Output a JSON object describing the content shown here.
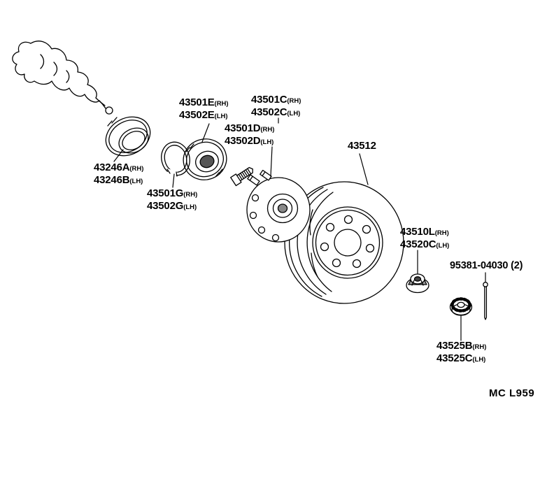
{
  "labels": {
    "bearing": {
      "l1": "43501E",
      "l1s": "(RH)",
      "l2": "43502E",
      "l2s": "(LH)"
    },
    "hub_rh": {
      "l1": "43501C",
      "l1s": "(RH)",
      "l2": "43502C",
      "l2s": "(LH)"
    },
    "hub_lh": {
      "l1": "43501D",
      "l1s": "(RH)",
      "l2": "43502D",
      "l2s": "(LH)"
    },
    "disc": {
      "l1": "43512"
    },
    "deflector": {
      "l1": "43246A",
      "l1s": "(RH)",
      "l2": "43246B",
      "l2s": "(LH)"
    },
    "snap_ring": {
      "l1": "43501G",
      "l1s": "(RH)",
      "l2": "43502G",
      "l2s": "(LH)"
    },
    "hub_nut": {
      "l1": "43510L",
      "l1s": "(RH)",
      "l2": "43520C",
      "l2s": "(LH)"
    },
    "cotter_pin": {
      "l1": "95381-04030 (2)"
    },
    "lock_cap": {
      "l1": "43525B",
      "l1s": "(RH)",
      "l2": "43525C",
      "l2s": "(LH)"
    }
  },
  "footer": {
    "code": "MC L959"
  }
}
